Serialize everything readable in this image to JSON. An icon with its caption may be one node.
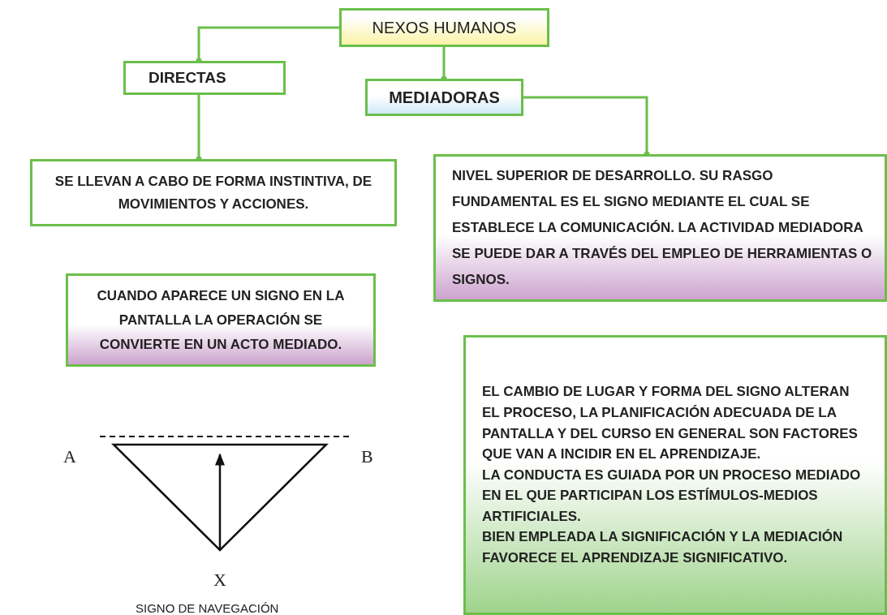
{
  "diagram": {
    "nodes": [
      {
        "text": [
          "NEXOS HUMANOS"
        ]
      },
      {
        "text": [
          "DIRECTAS"
        ]
      },
      {
        "text": [
          "MEDIADORAS"
        ]
      },
      {
        "text": [
          "SE LLEVAN A CABO DE FORMA INSTINTIVA, DE MOVIMIENTOS Y ACCIONES."
        ]
      },
      {
        "text": [
          "NIVEL SUPERIOR DE DESARROLLO. SU RASGO FUNDAMENTAL ES EL SIGNO MEDIANTE EL CUAL SE ESTABLECE LA COMUNICACIÓN. LA ACTIVIDAD MEDIADORA SE PUEDE DAR A TRAVÉS DEL EMPLEO DE HERRAMIENTAS O SIGNOS."
        ]
      },
      {
        "text": [
          "CUANDO APARECE UN SIGNO EN LA PANTALLA LA OPERACIÓN SE CONVIERTE EN UN ACTO MEDIADO."
        ]
      },
      {
        "text": [
          "EL CAMBIO DE LUGAR Y FORMA DEL SIGNO ALTERAN EL PROCESO, LA PLANIFICACIÓN ADECUADA DE LA PANTALLA Y DEL CURSO EN GENERAL SON FACTORES QUE VAN A INCIDIR EN EL APRENDIZAJE.",
          "LA CONDUCTA ES GUIADA POR UN PROCESO MEDIADO EN EL QUE PARTICIPAN LOS ESTÍMULOS-MEDIOS ARTIFICIALES.",
          "BIEN EMPLEADA LA SIGNIFICACIÓN Y LA MEDIACIÓN FAVORECE EL APRENDIZAJE SIGNIFICATIVO."
        ]
      }
    ],
    "edges": [
      {
        "from": 0,
        "to": 1,
        "arrow": "other"
      },
      {
        "from": 0,
        "to": 2,
        "arrow": "other"
      },
      {
        "from": 1,
        "to": 3,
        "arrow": "other"
      },
      {
        "from": 2,
        "to": 4,
        "arrow": "other"
      }
    ],
    "labels": [
      "A",
      "B",
      "X",
      "SIGNO DE NAVEGACIÓN"
    ]
  }
}
